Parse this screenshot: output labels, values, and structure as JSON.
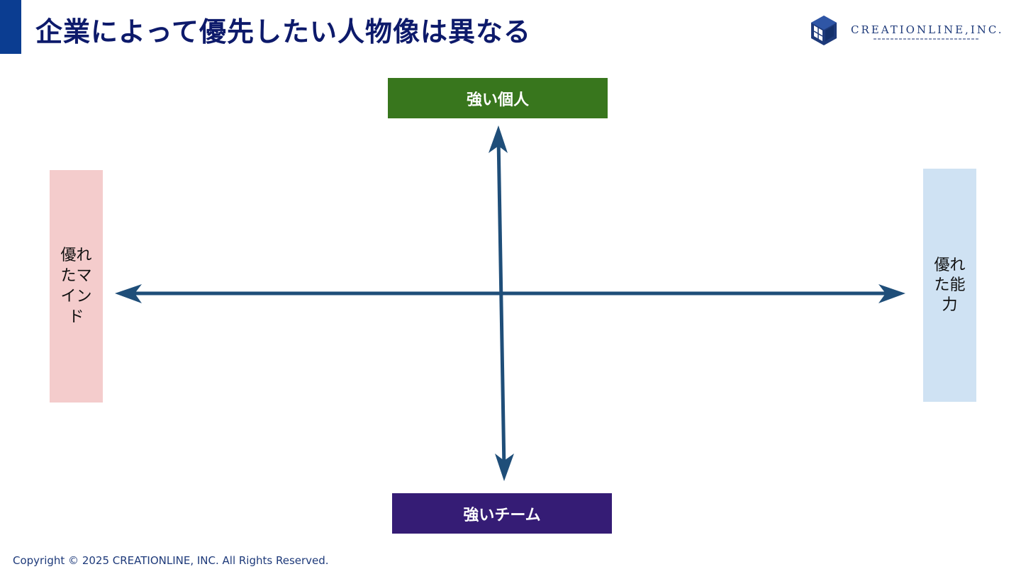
{
  "title": "企業によって優先したい人物像は異なる",
  "logo": {
    "text": "CREATIONLINE,INC."
  },
  "axis_labels": {
    "top": "強い個人",
    "bottom": "強いチーム",
    "left": "優れたマインド",
    "right": "優れた能力"
  },
  "colors": {
    "title_accent": "#0b3d91",
    "top_box": "#38761d",
    "bottom_box": "#351c75",
    "left_box": "#f4cccc",
    "right_box": "#cfe2f3",
    "arrow": "#1f4e79"
  },
  "footer": "Copyright © 2025 CREATIONLINE, INC. All Rights Reserved."
}
